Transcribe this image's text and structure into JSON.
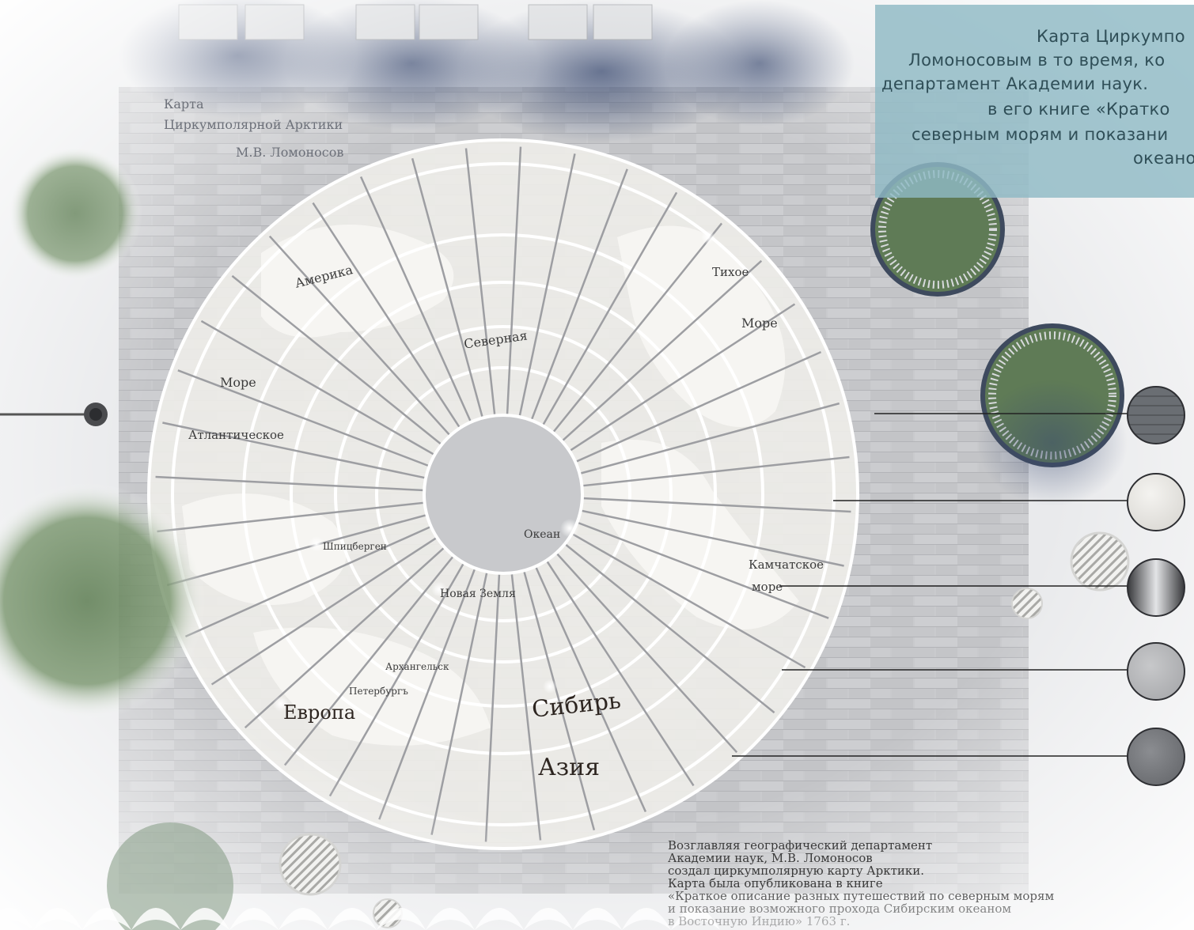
{
  "info_panel": {
    "lines": [
      "Карта Циркумпо",
      "Ломоносовым в то время, ко",
      "департамент Академии наук.",
      "в его книге «Кратко",
      "северным морям и показани",
      "океано"
    ]
  },
  "plate": {
    "title_line1": "Карта",
    "title_line2": "Циркумполярной Арктики",
    "author": "М.В. Ломоносов"
  },
  "map_labels": {
    "amerika": "Америка",
    "more_left": "Море",
    "atlanticheskoe": "Атлантическое",
    "severnaya": "Северная",
    "tikhoe": "Тихое",
    "more_right": "Море",
    "okean": "Океан",
    "shpitsbergen": "Шпицберген",
    "kamchatskoe": "Камчатское",
    "more_bottom": "море",
    "novaya_zemlya": "Новая Земля",
    "arkhangelsk": "Архангельск",
    "peterburg": "Петербургъ",
    "evropa": "Европа",
    "sibir": "Сибирь",
    "aziya": "Азия"
  },
  "bottom_text": {
    "lines": [
      "Возглавляя географический департамент",
      "Академии наук, М.В. Ломоносов",
      "создал циркумполярную карту Арктики.",
      "Карта была опубликована в книге",
      "«Краткое описание разных путешествий по северным морям",
      "и показание возможного прохода Сибирским океаном",
      "в Восточную Индию» 1763 г."
    ]
  },
  "material_swatches": [
    {
      "name": "dark-paving",
      "color": "#6f7378"
    },
    {
      "name": "light-marble",
      "color": "#e4e2de"
    },
    {
      "name": "steel",
      "color": "#8d8f93"
    },
    {
      "name": "light-concrete",
      "color": "#b7b8ba"
    },
    {
      "name": "dark-concrete",
      "color": "#7e8084"
    }
  ],
  "colors": {
    "paving": "#c8c9cc",
    "map_disc": "#ecebe8",
    "ring": "#ffffff",
    "panel": "#8fbac4",
    "foliage": "#6a8a5a",
    "shadow": "#4a5a78"
  }
}
